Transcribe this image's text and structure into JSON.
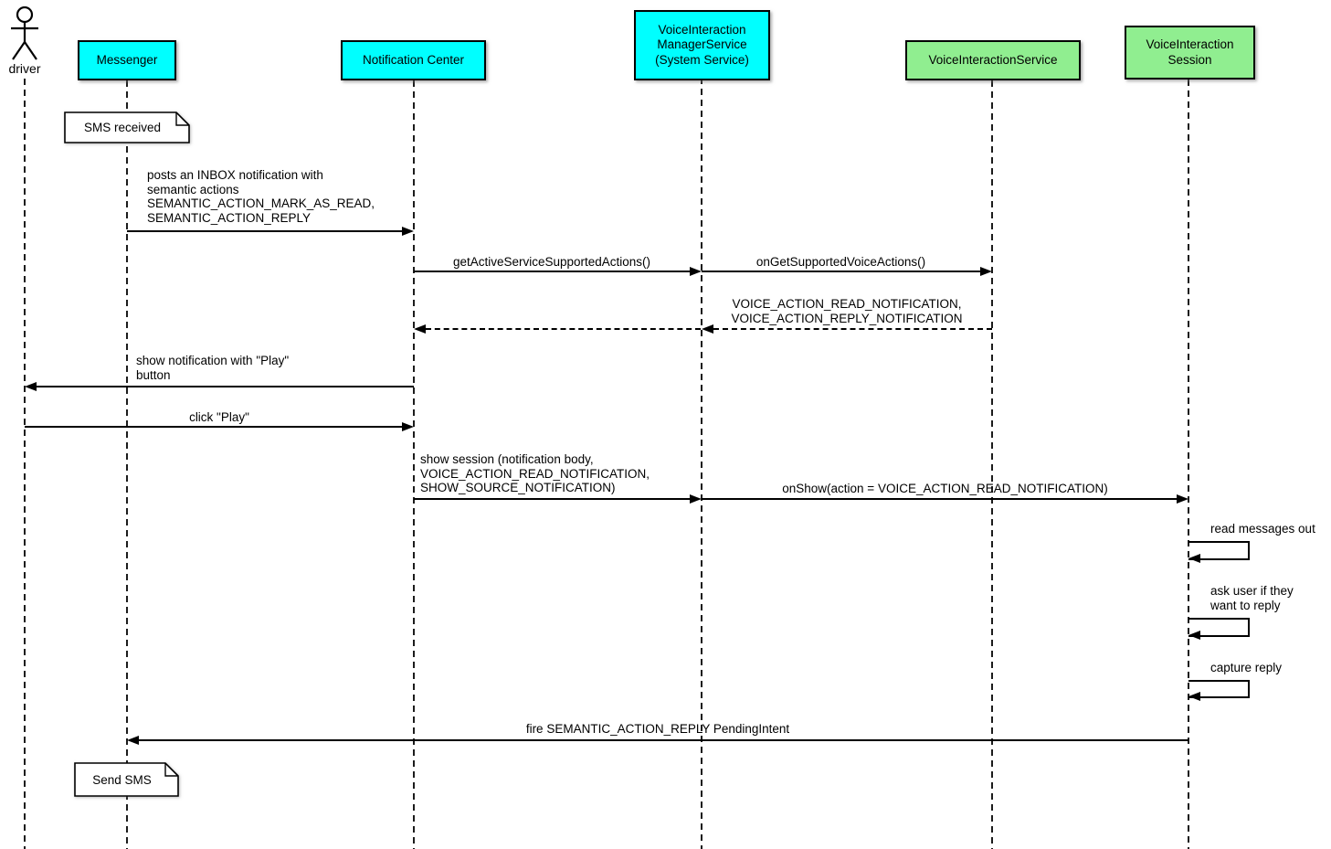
{
  "diagram_type": "uml-sequence-diagram",
  "actor": {
    "label": "driver"
  },
  "participants": [
    {
      "label": "Messenger",
      "color": "#00ffff"
    },
    {
      "label": "Notification Center",
      "color": "#00ffff"
    },
    {
      "label": "VoiceInteraction\nManagerService\n(System Service)",
      "color": "#00ffff"
    },
    {
      "label": "VoiceInteractionService",
      "color": "#90ee90"
    },
    {
      "label": "VoiceInteraction\nSession",
      "color": "#90ee90"
    }
  ],
  "notes": [
    {
      "text": "SMS received",
      "attached_to": "Messenger"
    },
    {
      "text": "Send SMS",
      "attached_to": "Messenger"
    }
  ],
  "messages": [
    {
      "from": "Messenger",
      "to": "Notification Center",
      "style": "solid",
      "label": "posts an INBOX notification with\nsemantic actions\nSEMANTIC_ACTION_MARK_AS_READ,\nSEMANTIC_ACTION_REPLY"
    },
    {
      "from": "Notification Center",
      "to": "VoiceInteractionManagerService",
      "style": "solid",
      "label": "getActiveServiceSupportedActions()"
    },
    {
      "from": "VoiceInteractionManagerService",
      "to": "VoiceInteractionService",
      "style": "solid",
      "label": "onGetSupportedVoiceActions()"
    },
    {
      "from": "VoiceInteractionService",
      "to": "VoiceInteractionManagerService",
      "style": "dashed-return",
      "label": "VOICE_ACTION_READ_NOTIFICATION,\nVOICE_ACTION_REPLY_NOTIFICATION"
    },
    {
      "from": "VoiceInteractionManagerService",
      "to": "Notification Center",
      "style": "dashed-return",
      "label": ""
    },
    {
      "from": "Notification Center",
      "to": "driver",
      "style": "solid",
      "label": "show notification with \"Play\"\nbutton"
    },
    {
      "from": "driver",
      "to": "Notification Center",
      "style": "solid",
      "label": "click \"Play\""
    },
    {
      "from": "Notification Center",
      "to": "VoiceInteractionManagerService",
      "style": "solid",
      "label": "show session (notification body,\nVOICE_ACTION_READ_NOTIFICATION,\nSHOW_SOURCE_NOTIFICATION)"
    },
    {
      "from": "VoiceInteractionManagerService",
      "to": "VoiceInteractionSession",
      "style": "solid",
      "label": "onShow(action = VOICE_ACTION_READ_NOTIFICATION)"
    },
    {
      "from": "VoiceInteractionSession",
      "to": "VoiceInteractionSession",
      "style": "self",
      "label": "read messages out"
    },
    {
      "from": "VoiceInteractionSession",
      "to": "VoiceInteractionSession",
      "style": "self",
      "label": "ask user if they\nwant to reply"
    },
    {
      "from": "VoiceInteractionSession",
      "to": "VoiceInteractionSession",
      "style": "self",
      "label": "capture reply"
    },
    {
      "from": "VoiceInteractionSession",
      "to": "Messenger",
      "style": "solid",
      "label": "fire SEMANTIC_ACTION_REPLY PendingIntent"
    }
  ],
  "colors": {
    "cyan_participant": "#00ffff",
    "green_participant": "#90ee90",
    "line": "#000000",
    "background": "#ffffff"
  }
}
